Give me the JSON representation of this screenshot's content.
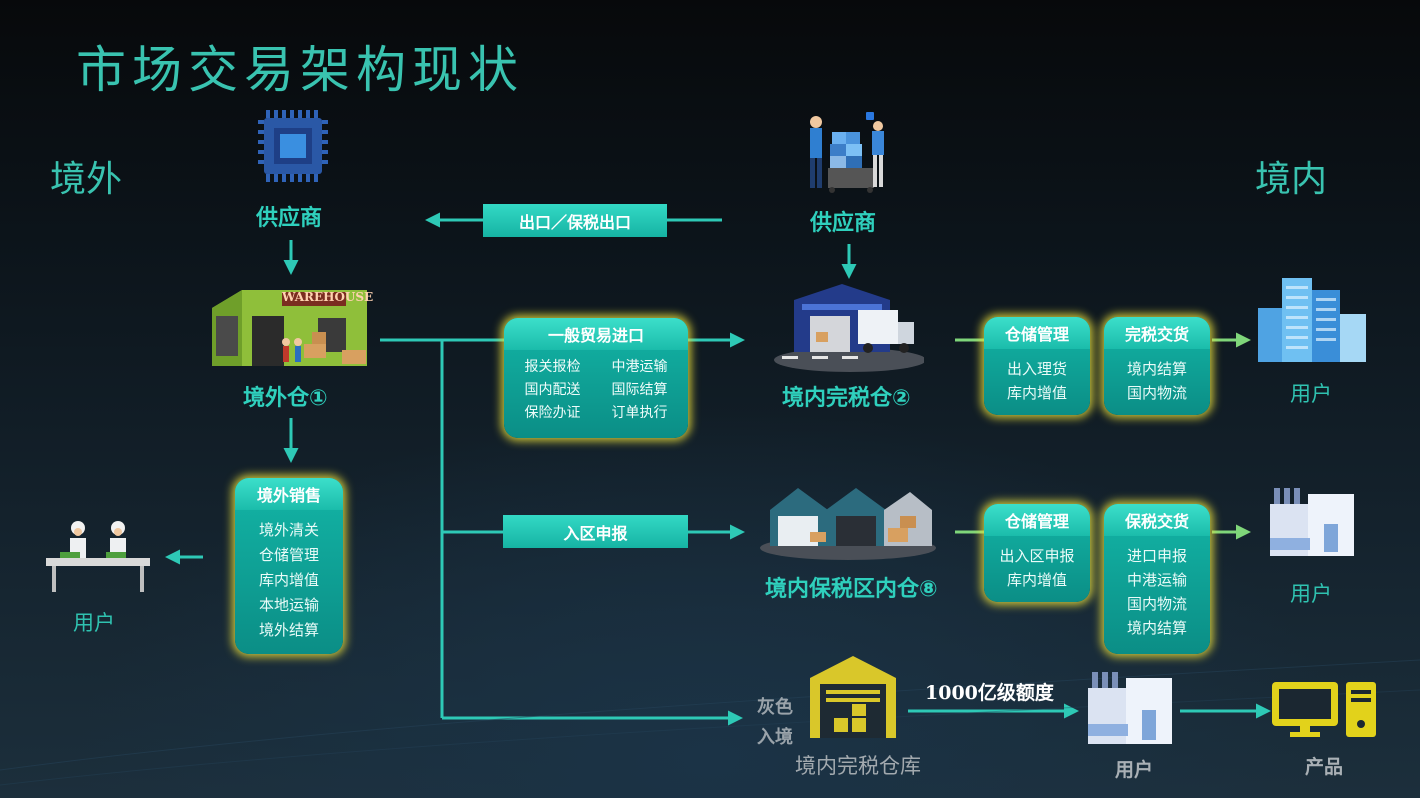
{
  "title": "市场交易架构现状",
  "side_left": "境外",
  "side_right": "境内",
  "supplier_foreign": "供应商",
  "supplier_domestic": "供应商",
  "export_tag": "出口／保税出口",
  "warehouse_foreign": "境外仓①",
  "warehouse_sign": "WAREHOUSE",
  "warehouse_domestic_paid": "境内完税仓②",
  "warehouse_bonded": "境内保税区内仓⑧",
  "general_trade": {
    "header": "一般贸易进口",
    "items": [
      "报关报检",
      "中港运输",
      "国内配送",
      "国际结算",
      "保险办证",
      "订单执行"
    ]
  },
  "zone_declare_tag": "入区申报",
  "foreign_sales": {
    "header": "境外销售",
    "items": [
      "境外清关",
      "仓储管理",
      "库内增值",
      "本地运输",
      "境外结算"
    ]
  },
  "row1_storage": {
    "header": "仓储管理",
    "items": [
      "出入理货",
      "库内增值"
    ]
  },
  "row1_delivery": {
    "header": "完税交货",
    "items": [
      "境内结算",
      "国内物流"
    ]
  },
  "row2_storage": {
    "header": "仓储管理",
    "items": [
      "出入区申报",
      "库内增值"
    ]
  },
  "row2_delivery": {
    "header": "保税交货",
    "items": [
      "进口申报",
      "中港运输",
      "国内物流",
      "境内结算"
    ]
  },
  "user_label": "用户",
  "grey_entry_line1": "灰色",
  "grey_entry_line2": "入境",
  "grey_warehouse": "境内完税仓库",
  "quota": "1000亿级额度",
  "bottom_user": "用户",
  "product": "产品",
  "colors": {
    "accent": "#2fd0bd",
    "arrow": "#2ec9b6",
    "glow": "#e7dd3c",
    "grey_wh": "#d9c72a",
    "product": "#e2d21b"
  }
}
